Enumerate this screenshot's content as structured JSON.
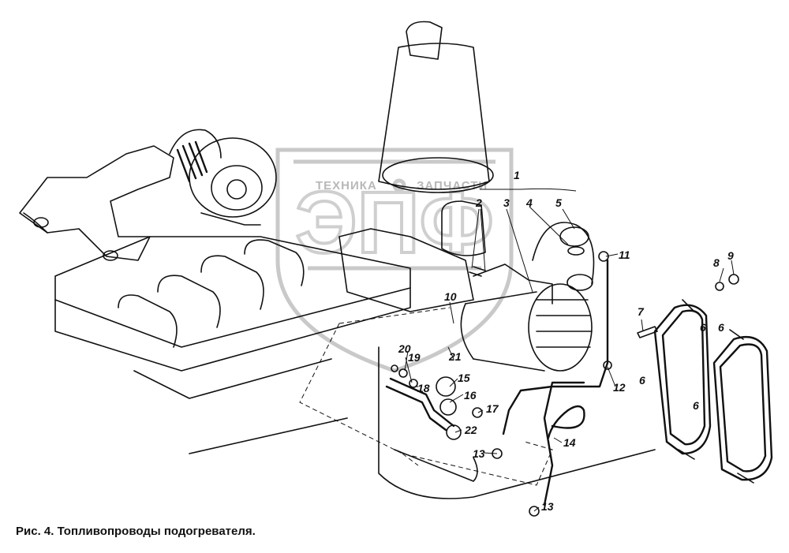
{
  "diagram": {
    "caption": "Рис. 4. Топливопроводы подогревателя.",
    "watermark": {
      "text_left": "ТЕХНИКА",
      "text_right": "ЗАПЧАСТИ",
      "logo_letters": "ЭПФ"
    },
    "callouts": {
      "c1": "1",
      "c2": "2",
      "c3": "3",
      "c4": "4",
      "c5": "5",
      "c6a": "6",
      "c6b": "6",
      "c6c": "6",
      "c6d": "6",
      "c7": "7",
      "c8": "8",
      "c9": "9",
      "c10": "10",
      "c11": "11",
      "c12": "12",
      "c13a": "13",
      "c13b": "13",
      "c14": "14",
      "c15": "15",
      "c16": "16",
      "c17": "17",
      "c18": "18",
      "c19": "19",
      "c20": "20",
      "c21": "21",
      "c22": "22"
    }
  }
}
